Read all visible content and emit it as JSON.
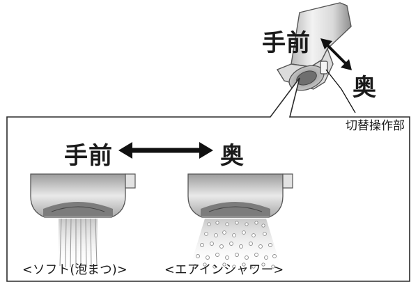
{
  "top_labels": {
    "front": "手前",
    "back": "奥",
    "switch_part": "切替操作部"
  },
  "panel": {
    "front": "手前",
    "back": "奥",
    "soft_caption": "<ソフト(泡まつ)>",
    "shower_caption": "<エアインシャワー>"
  }
}
